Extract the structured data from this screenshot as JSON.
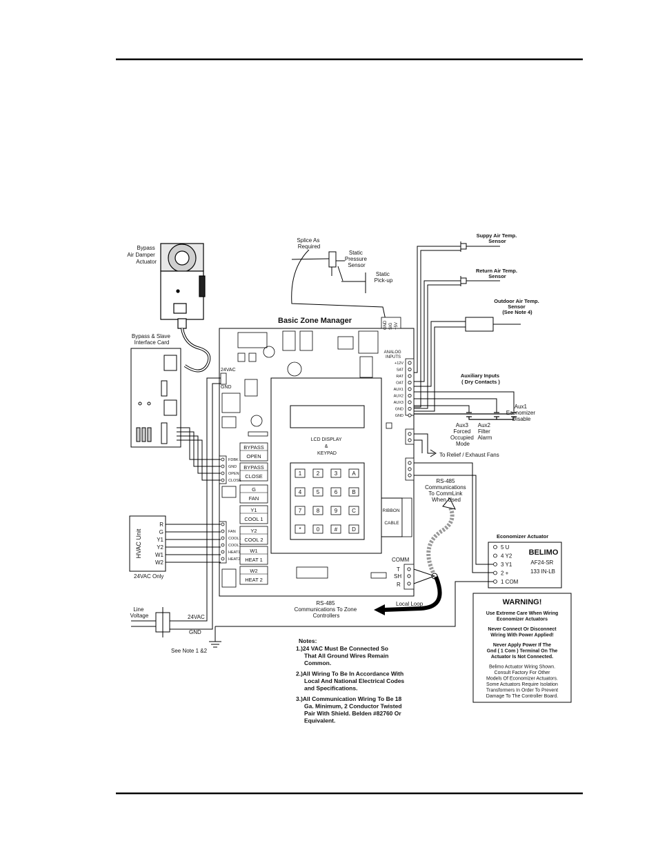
{
  "labels": {
    "bypass_actuator": [
      "Bypass",
      "Air Damper",
      "Actuator"
    ],
    "bypass_slave_card": [
      "Bypass & Slave",
      "Interface Card"
    ],
    "splice": [
      "Splice As",
      "Required"
    ],
    "static_pressure": [
      "Static",
      "Pressure",
      "Sensor"
    ],
    "static_pickup": [
      "Static",
      "Pick-up"
    ],
    "supply_air": [
      "Suppy Air Temp.",
      "Sensor"
    ],
    "return_air": [
      "Return Air Temp.",
      "Sensor"
    ],
    "outdoor_air": [
      "Outdoor Air Temp.",
      "Sensor",
      "(See Note 4)"
    ],
    "bzm_title": "Basic Zone Manager",
    "aux_inputs": [
      "Auxiliary Inputs",
      "( Dry Contacts )"
    ],
    "aux1": [
      "Aux1",
      "Economizer",
      "Disable"
    ],
    "aux2": [
      "Aux2",
      "Filter",
      "Alarm"
    ],
    "aux3": [
      "Aux3",
      "Forced",
      "Occupied",
      "Mode"
    ],
    "relief_fans": "To Relief / Exhaust Fans",
    "rs485_commlink": [
      "RS-485",
      "Communications",
      "To CommLink",
      "When Used"
    ],
    "economizer_actuator": "Economizer Actuator",
    "hvac_unit": "HVAC Unit",
    "hvac_terms": [
      "R",
      "G",
      "Y1",
      "Y2",
      "W1",
      "W2"
    ],
    "vac_only": "24VAC Only",
    "line_voltage": [
      "Line",
      "Voltage"
    ],
    "vac24": "24VAC",
    "gnd": "GND",
    "see_note": "See Note 1 &2",
    "rs485_zone": [
      "RS-485",
      "Communications To Zone",
      "Controllers"
    ],
    "local_loop": "Local Loop",
    "lcd": [
      "LCD DISPLAY",
      "&",
      "KEYPAD"
    ],
    "ribbon": [
      "RIBBON",
      "CABLE"
    ],
    "comm": "COMM",
    "comm_terms": [
      "T",
      "SH",
      "R"
    ],
    "relays": [
      [
        "BYPASS",
        "OPEN"
      ],
      [
        "BYPASS",
        "CLOSE"
      ],
      [
        "G",
        "FAN"
      ],
      [
        "Y1",
        "COOL 1"
      ],
      [
        "Y2",
        "COOL 2"
      ],
      [
        "W1",
        "HEAT 1"
      ],
      [
        "W2",
        "HEAT 2"
      ]
    ],
    "keys": [
      "1",
      "2",
      "3",
      "A",
      "4",
      "5",
      "6",
      "B",
      "7",
      "8",
      "9",
      "C",
      "*",
      "0",
      "#",
      "D"
    ],
    "analog_inputs": [
      "+12V",
      "SAT",
      "RAT",
      "OAT",
      "AUX1",
      "AUX2",
      "AUX3",
      "GND",
      "GND"
    ],
    "analog_head": [
      "ANALOG",
      "INPUTS"
    ],
    "tb_left": [
      "FDBK",
      "GND",
      "OPEN",
      "CLOSE"
    ],
    "tb_hvac": [
      "FAN",
      "COOL1",
      "COOL2",
      "HEAT1",
      "HEAT2"
    ],
    "board_24vac": "24VAC",
    "board_gnd": "GND",
    "pressure_terms": [
      "GND",
      "SIG",
      "+5V"
    ],
    "belimo_terms": [
      "5  U",
      "4  Y2",
      "3  Y1",
      "2  +",
      "1  COM"
    ],
    "belimo_brand": "BELIMO",
    "belimo_model": [
      "AF24-SR",
      "133 IN-LB"
    ]
  },
  "warning": {
    "title": "WARNING!",
    "lines": [
      [
        "Use Extreme Care When Wiring",
        "Economizer Actuators"
      ],
      [
        "Never Connect Or Disconnect",
        "Wiring With Power Applied!"
      ],
      [
        "Never Apply Power If The",
        "Gnd ( 1 Com ) Terminal On The",
        "Actuator Is Not Connected."
      ],
      [
        "Belimo Actuator Wiring Shown.",
        "Consult Factory For Other",
        "Models Of Economizer Actuators.",
        "Some Actuators Require Isolation",
        "Transformers In Order To Prevent",
        "Damage To The Controller Board."
      ]
    ]
  },
  "notes": {
    "title": "Notes:",
    "items": [
      [
        "1.)24 VAC Must Be Connected So",
        "That All Ground Wires Remain",
        "Common."
      ],
      [
        "2.)All Wiring To Be In Accordance With",
        "Local And National Electrical Codes",
        "and Specifications."
      ],
      [
        "3.)All Communication Wiring To Be 18",
        "Ga. Minimum, 2 Conductor Twisted",
        "Pair With Shield. Belden #82760 Or",
        "Equivalent."
      ]
    ]
  }
}
